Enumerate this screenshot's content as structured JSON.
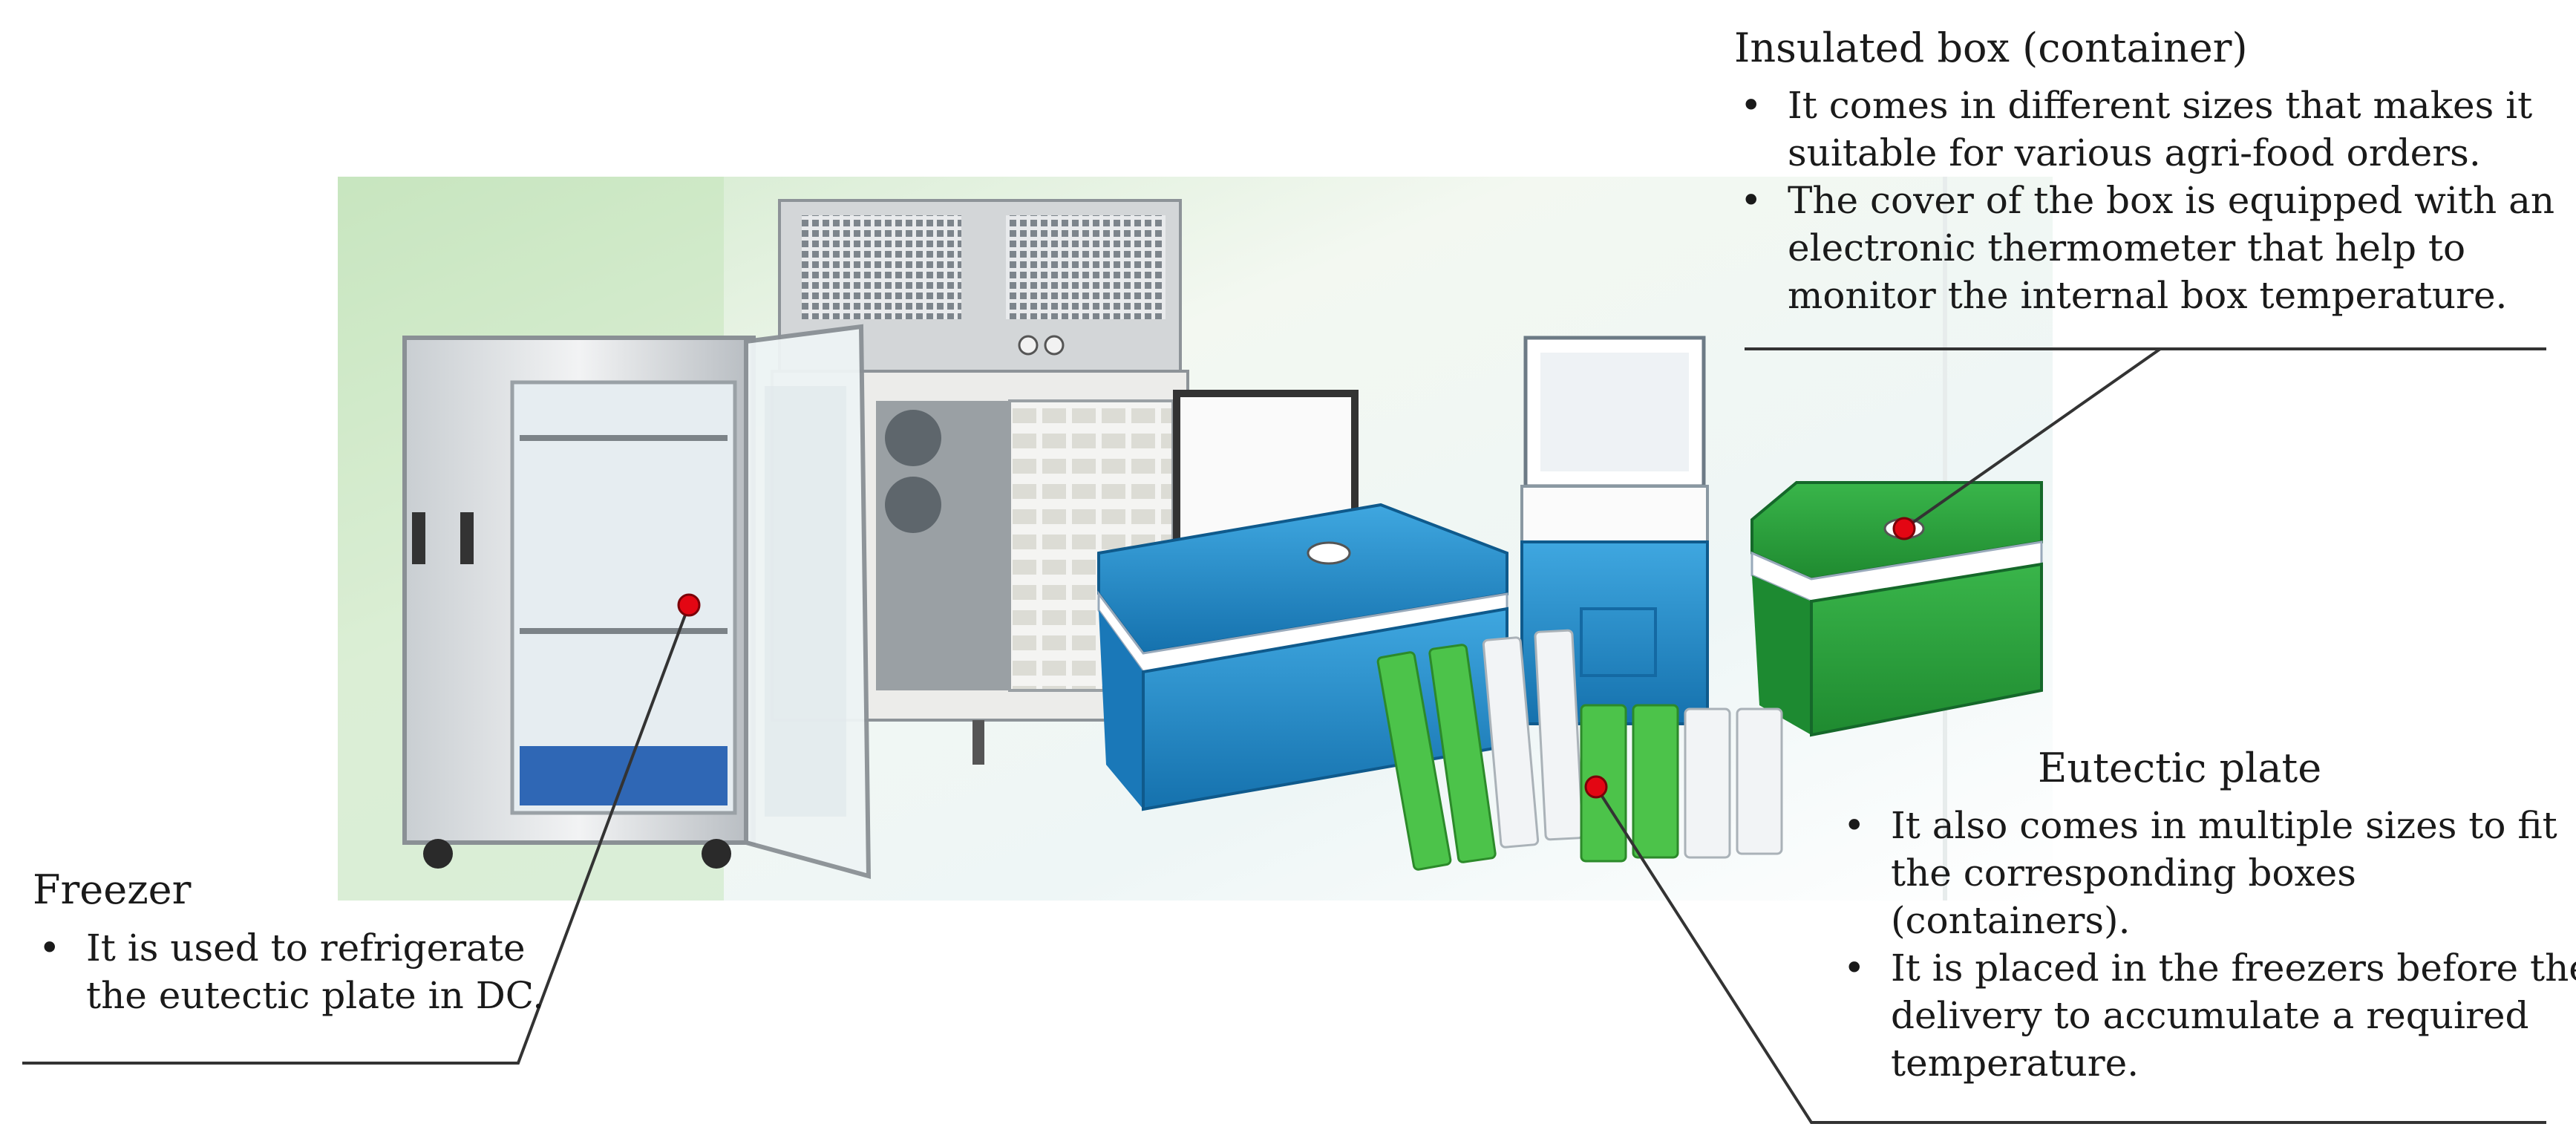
{
  "callouts": {
    "insulated_box": {
      "title": "Insulated box (container)",
      "bullets": [
        "It comes in different sizes that makes it suitable for various agri-food orders.",
        "The cover of the box is equipped with an electronic thermometer that help to monitor the internal box temperature."
      ]
    },
    "eutectic_plate": {
      "title": "Eutectic plate",
      "bullets": [
        "It also comes in multiple sizes to fit the corresponding boxes (containers).",
        "It is placed in the freezers before the delivery to accumulate a required temperature."
      ]
    },
    "freezer": {
      "title": "Freezer",
      "bullets": [
        "It is used to refrigerate the eutectic plate in DC."
      ]
    }
  },
  "colors": {
    "marker": "#e30613",
    "blue_box": "#1e88c6",
    "green_box": "#24a33a",
    "white_plate": "#eef1f4"
  }
}
